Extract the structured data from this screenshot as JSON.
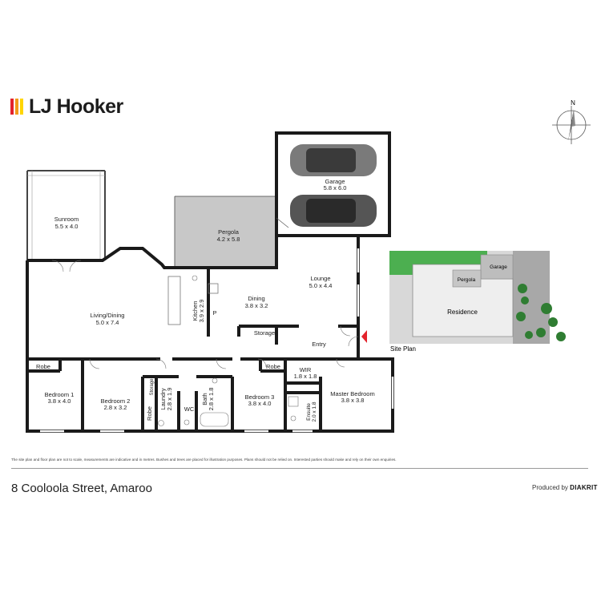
{
  "brand": {
    "name": "LJ Hooker",
    "stripe_colors": [
      "#e3232c",
      "#f39a1a",
      "#ffd500"
    ]
  },
  "compass": {
    "label": "N"
  },
  "rooms": {
    "sunroom": {
      "name": "Sunroom",
      "size": "5.5 x 4.0"
    },
    "pergola": {
      "name": "Pergola",
      "size": "4.2 x 5.8"
    },
    "garage": {
      "name": "Garage",
      "size": "5.8 x 6.0"
    },
    "lounge": {
      "name": "Lounge",
      "size": "5.0 x 4.4"
    },
    "living_dining": {
      "name": "Living/Dining",
      "size": "5.0 x 7.4"
    },
    "kitchen": {
      "name": "Kitchen",
      "size": "3.9 x 2.9"
    },
    "pantry": {
      "name": "P"
    },
    "dining": {
      "name": "Dining",
      "size": "3.8 x 3.2"
    },
    "storage_hall": {
      "name": "Storage"
    },
    "entry": {
      "name": "Entry"
    },
    "robe_1": {
      "name": "Robe"
    },
    "bedroom_1": {
      "name": "Bedroom 1",
      "size": "3.8 x 4.0"
    },
    "bedroom_2": {
      "name": "Bedroom 2",
      "size": "2.8 x 3.2"
    },
    "storage_small": {
      "name": "Storage"
    },
    "robe_2": {
      "name": "Robe"
    },
    "laundry": {
      "name": "Laundry",
      "size": "2.8 x 1.9"
    },
    "wc": {
      "name": "WC"
    },
    "bath": {
      "name": "Bath",
      "size": "2.8 x 1.8"
    },
    "robe_3": {
      "name": "Robe"
    },
    "bedroom_3": {
      "name": "Bedroom 3",
      "size": "3.8 x 4.0"
    },
    "wir": {
      "name": "WIR",
      "size": "1.8 x 1.8"
    },
    "ensuite": {
      "name": "Ensuite",
      "size": "2.0 x 1.8"
    },
    "master_bedroom": {
      "name": "Master Bedroom",
      "size": "3.8 x 3.8"
    }
  },
  "site_plan": {
    "title": "Site Plan",
    "labels": {
      "garage": "Garage",
      "pergola": "Pergola",
      "residence": "Residence"
    }
  },
  "footer": {
    "disclaimer": "The site plan and floor plan are not to scale, measurements are indicative and in metres. Bushes and trees are placed for illustration purposes. Plans should not be relied on. Interested parties should make and rely on their own enquiries.",
    "address": "8 Cooloola Street, Amaroo",
    "produced_by": "Produced by",
    "producer": "DIAKRIT"
  },
  "colors": {
    "wall": "#1a1a1a",
    "pergola_fill": "#c8c8c8",
    "garage_fill": "#ffffff",
    "site_grass": "#4caf50",
    "site_paving": "#a8a8a8",
    "entry_marker": "#e3232c"
  }
}
